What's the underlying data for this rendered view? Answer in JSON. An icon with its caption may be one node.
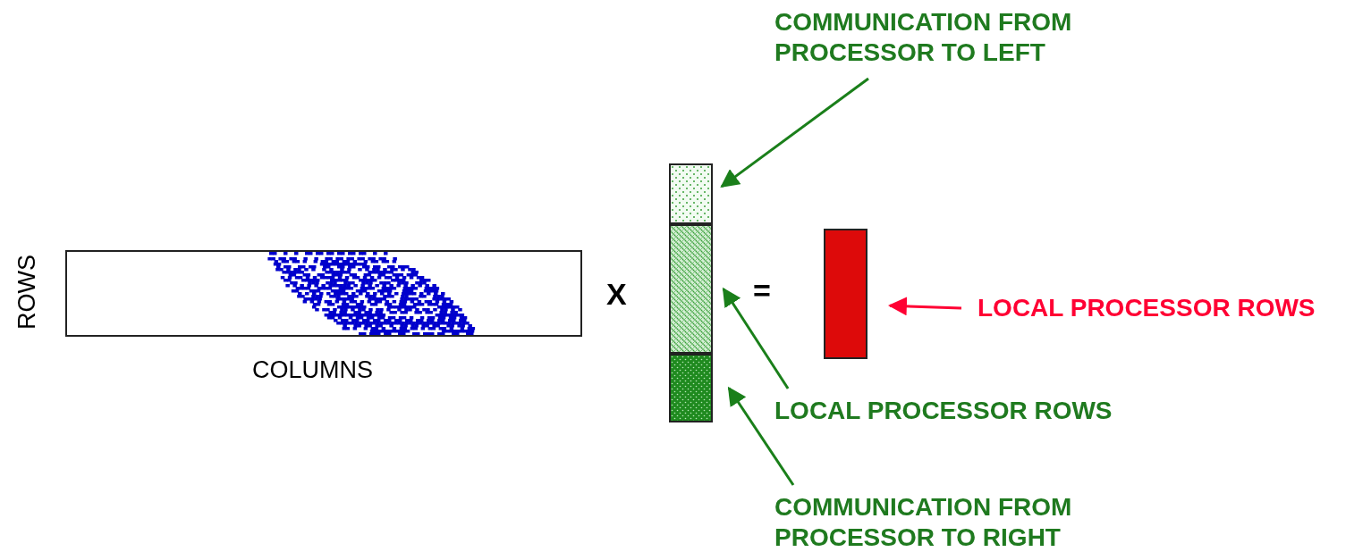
{
  "diagram": {
    "nodes": [
      {
        "text": [],
        "shape": "box",
        "beside": [
          "ROWS",
          "COLUMNS"
        ]
      },
      {
        "text": [],
        "shape": "box"
      },
      {
        "text": [],
        "shape": "box"
      },
      {
        "text": [],
        "shape": "box"
      },
      {
        "text": [],
        "shape": "box"
      },
      {
        "text": [
          "COMMUNICATION FROM PROCESSOR TO LEFT"
        ]
      },
      {
        "text": [
          "LOCAL PROCESSOR ROWS"
        ]
      },
      {
        "text": [
          "COMMUNICATION FROM PROCESSOR TO RIGHT"
        ]
      },
      {
        "text": [
          "LOCAL PROCESSOR ROWS"
        ]
      }
    ],
    "edges": [
      {
        "from": 5,
        "to": 1,
        "arrow": "to"
      },
      {
        "from": 6,
        "to": 2,
        "arrow": "to"
      },
      {
        "from": 7,
        "to": 3,
        "arrow": "to"
      },
      {
        "from": 8,
        "to": 4,
        "arrow": "to",
        "color": "#ff0033"
      }
    ],
    "labels": [
      "X",
      "="
    ]
  }
}
